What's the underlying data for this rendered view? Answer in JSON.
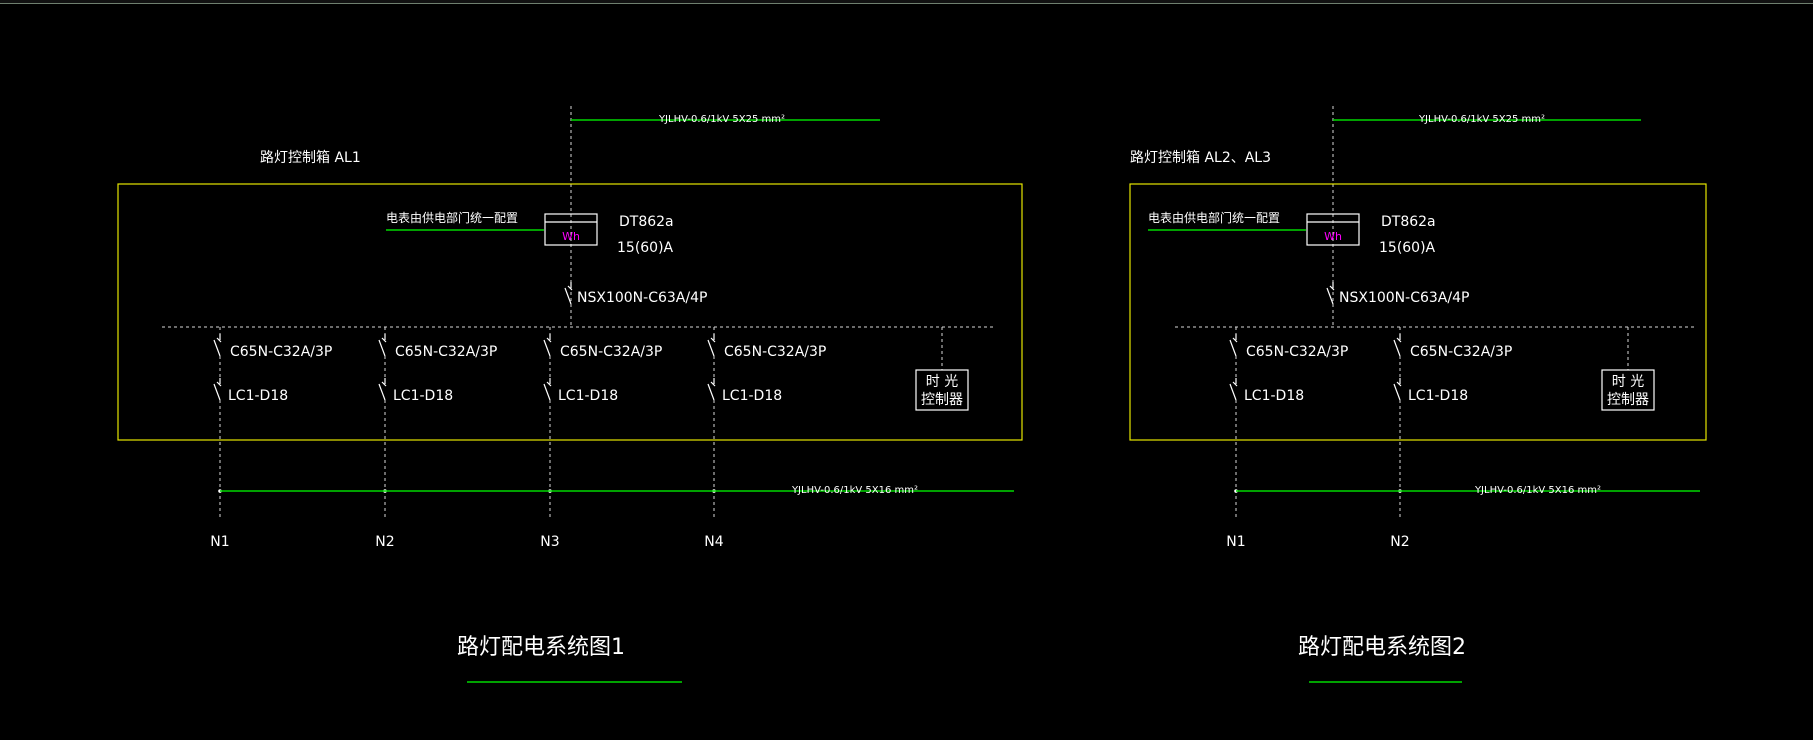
{
  "colors": {
    "background": "#000000",
    "enclosure": "#e6e600",
    "cable": "#00d800",
    "meter_text": "#ff00ff",
    "text": "#ffffff"
  },
  "diagrams": [
    {
      "cabinet_label": "路灯控制箱 AL1",
      "incoming_cable": "YJLHV-0.6/1kV 5X25  mm²",
      "meter_note": "电表由供电部门统一配置",
      "meter_symbol": "Wh",
      "meter_model": "DT862a",
      "meter_rating": "15(60)A",
      "main_breaker": "NSX100N-C63A/4P",
      "branch_breaker": "C65N-C32A/3P",
      "contactor": "LC1-D18",
      "controller_line1": "时  光",
      "controller_line2": "控制器",
      "outgoing_cable": "YJLHV-0.6/1kV 5X16  mm²",
      "circuits": [
        "N1",
        "N2",
        "N3",
        "N4"
      ],
      "title": "路灯配电系统图1"
    },
    {
      "cabinet_label": "路灯控制箱 AL2、AL3",
      "incoming_cable": "YJLHV-0.6/1kV 5X25  mm²",
      "meter_note": "电表由供电部门统一配置",
      "meter_symbol": "Wh",
      "meter_model": "DT862a",
      "meter_rating": "15(60)A",
      "main_breaker": "NSX100N-C63A/4P",
      "branch_breaker": "C65N-C32A/3P",
      "contactor": "LC1-D18",
      "controller_line1": "时  光",
      "controller_line2": "控制器",
      "outgoing_cable": "YJLHV-0.6/1kV 5X16  mm²",
      "circuits": [
        "N1",
        "N2"
      ],
      "title": "路灯配电系统图2"
    }
  ]
}
